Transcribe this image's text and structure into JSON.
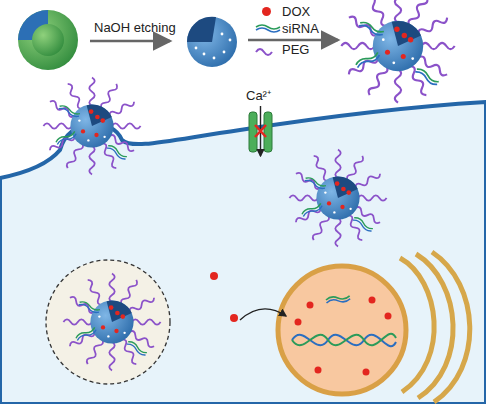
{
  "diagram": {
    "labels": [
      "NaOH etching",
      "Ca²⁺"
    ],
    "legend": [
      {
        "text": "DOX",
        "color": "#e3261f"
      },
      {
        "text": "siRNA"
      },
      {
        "text": "PEG"
      }
    ]
  }
}
